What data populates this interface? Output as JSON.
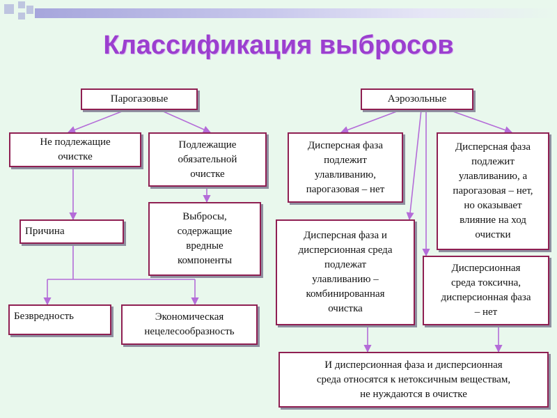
{
  "title": "Классификация выбросов",
  "nodes": {
    "parogazovye": "Парогазовые",
    "aerozolnye": "Аэрозольные",
    "ne_podlezhashchie": "Не подлежащие\nочистке",
    "podlezhashchie": "Подлежащие\nобязательной\nочистке",
    "vybrosy": "Выбросы,\nсодержащие\nвредные\nкомпоненты",
    "prichina": "Причина",
    "bezvrednost": "Безвредность",
    "ekonomicheskaya": "Экономическая\nнецелесообразность",
    "disp_faza_nyet": "Дисперсная фаза\nподлежит\nулавливанию,\nпарогазовая – нет",
    "disp_faza_vliyanie": "Дисперсная фаза\nподлежит\nулавливанию, а\nпарогазовая – нет,\nно оказывает\nвлияние на ход\nочистки",
    "kombinirovannaya": "Дисперсная фаза и\nдисперсионная среда\nподлежат\nулавливанию –\nкомбинированная\nочистка",
    "sreda_toksichna": "Дисперсионная\nсреда токсична,\nдисперсионная фаза\n– нет",
    "netoksichnye": "И дисперсионная фаза и дисперсионная\nсреда относятся к нетоксичным веществам,\nне нуждаются в очистке"
  },
  "colors": {
    "background": "#e9f8ed",
    "title": "#9b3fcf",
    "box_border": "#8f1f52",
    "connector": "#b46cd8"
  }
}
